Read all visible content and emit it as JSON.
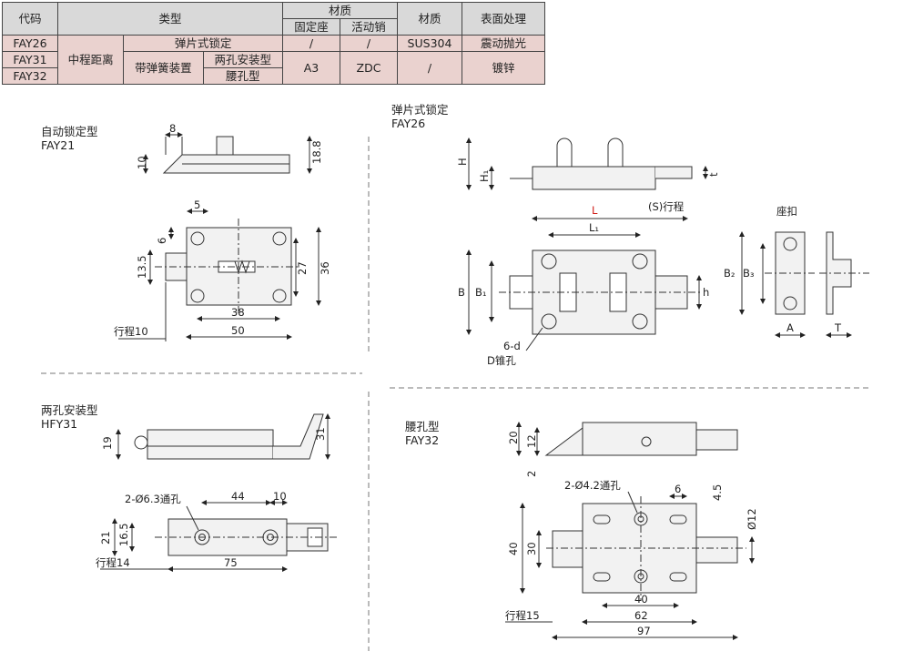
{
  "table": {
    "h_code": "代码",
    "h_type": "类型",
    "h_material_group": "材质",
    "h_fixed_base": "固定座",
    "h_pin": "活动销",
    "h_material": "材质",
    "h_surface": "表面处理",
    "r1": {
      "code": "FAY26",
      "type": "弹片式锁定",
      "base": "/",
      "pin": "/",
      "material": "SUS304",
      "surface": "震动抛光"
    },
    "r2": {
      "code": "FAY31",
      "type_group": "中程距离",
      "type_sub": "带弹簧装置",
      "type": "两孔安装型",
      "base": "A3",
      "pin": "ZDC",
      "material": "/",
      "surface": "镀锌"
    },
    "r3": {
      "code": "FAY32",
      "type": "腰孔型"
    }
  },
  "sections": {
    "auto": {
      "title": "自动锁定型",
      "code": "FAY21"
    },
    "spring": {
      "title": "弹片式锁定",
      "code": "FAY26"
    },
    "twohole": {
      "title": "两孔安装型",
      "code": "HFY31"
    },
    "slot": {
      "title": "腰孔型",
      "code": "FAY32"
    },
    "buckle": {
      "title": "座扣"
    }
  },
  "dims": {
    "a_8": "8",
    "a_10": "10",
    "a_188": "18.8",
    "a_5": "5",
    "a_6": "6",
    "a_135": "13.5",
    "a_27": "27",
    "a_36": "36",
    "a_38": "38",
    "a_50": "50",
    "a_stroke": "行程10",
    "s_H": "H",
    "s_H1": "H₁",
    "s_t": "t",
    "s_L": "L",
    "s_L1": "L₁",
    "s_S": "(S)行程",
    "s_B": "B",
    "s_B1": "B₁",
    "s_h": "h",
    "s_6d": "6-d",
    "s_D": "D锥孔",
    "s_B2": "B₂",
    "s_B3": "B₃",
    "s_A": "A",
    "s_T": "T",
    "t_19": "19",
    "t_31": "31",
    "t_hole": "2-Ø6.3通孔",
    "t_44": "44",
    "t_10": "10",
    "t_21": "21",
    "t_165": "16.5",
    "t_stroke": "行程14",
    "t_75": "75",
    "w_20": "20",
    "w_12": "12",
    "w_2": "2",
    "w_hole": "2-Ø4.2通孔",
    "w_6": "6",
    "w_45": "4.5",
    "w_phi12": "Ø12",
    "w_40a": "40",
    "w_30": "30",
    "w_40b": "40",
    "w_62": "62",
    "w_stroke": "行程15",
    "w_97": "97"
  },
  "colors": {
    "header_bg": "#d9d9d9",
    "row_bg": "#ead2cf",
    "L_label": "#d0201b"
  }
}
